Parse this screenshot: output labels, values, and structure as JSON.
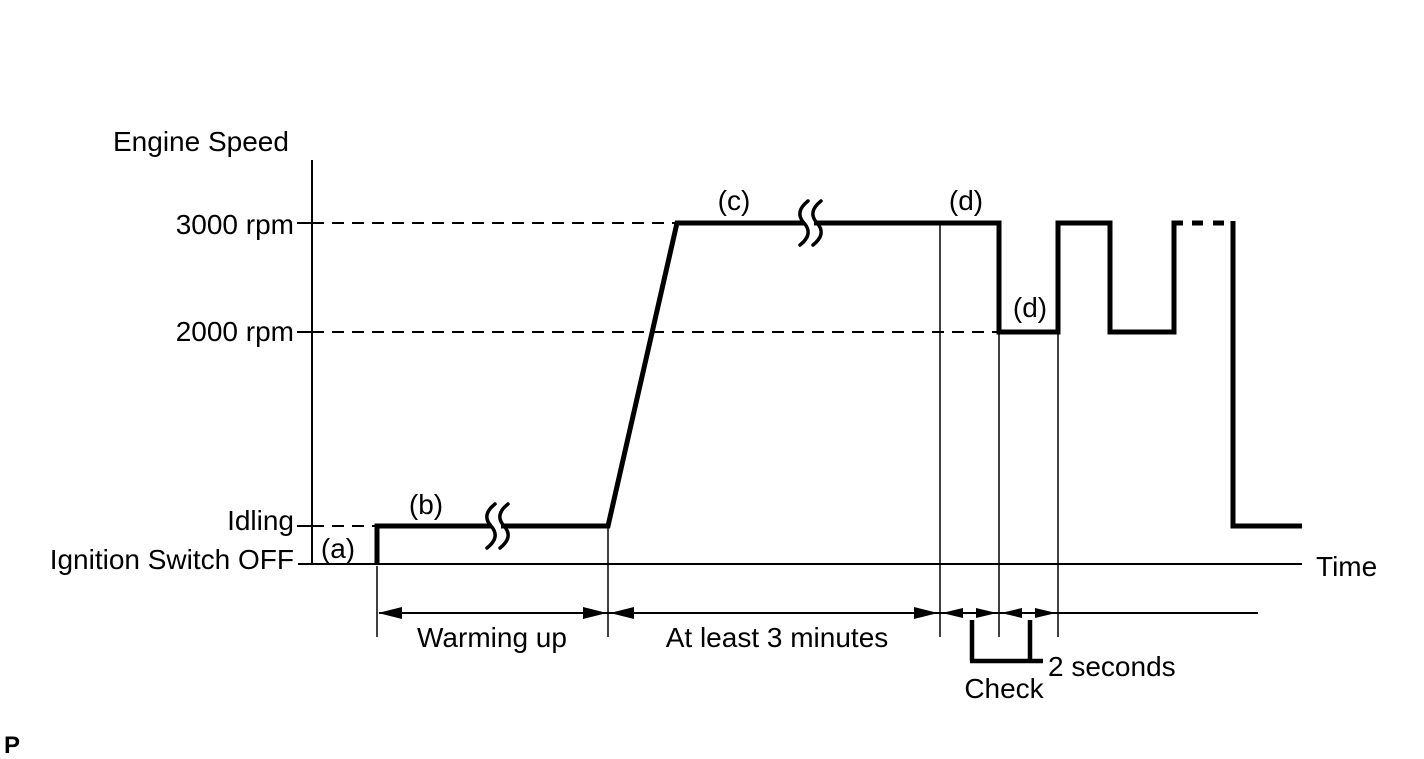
{
  "diagram": {
    "y_axis_title": "Engine Speed",
    "x_axis_label": "Time",
    "level_labels": {
      "rpm3000": "3000 rpm",
      "rpm2000": "2000 rpm",
      "idling": "Idling",
      "ignition_off": "Ignition Switch OFF"
    },
    "phase_labels": {
      "a": "(a)",
      "b": "(b)",
      "c": "(c)",
      "d_high": "(d)",
      "d_low": "(d)"
    },
    "duration_labels": {
      "warming_up": "Warming up",
      "at_least_3_minutes": "At least 3 minutes",
      "two_seconds": "2 seconds",
      "check": "Check"
    },
    "page_marker": "P",
    "colors": {
      "ink": "#000000",
      "background": "#ffffff"
    }
  }
}
